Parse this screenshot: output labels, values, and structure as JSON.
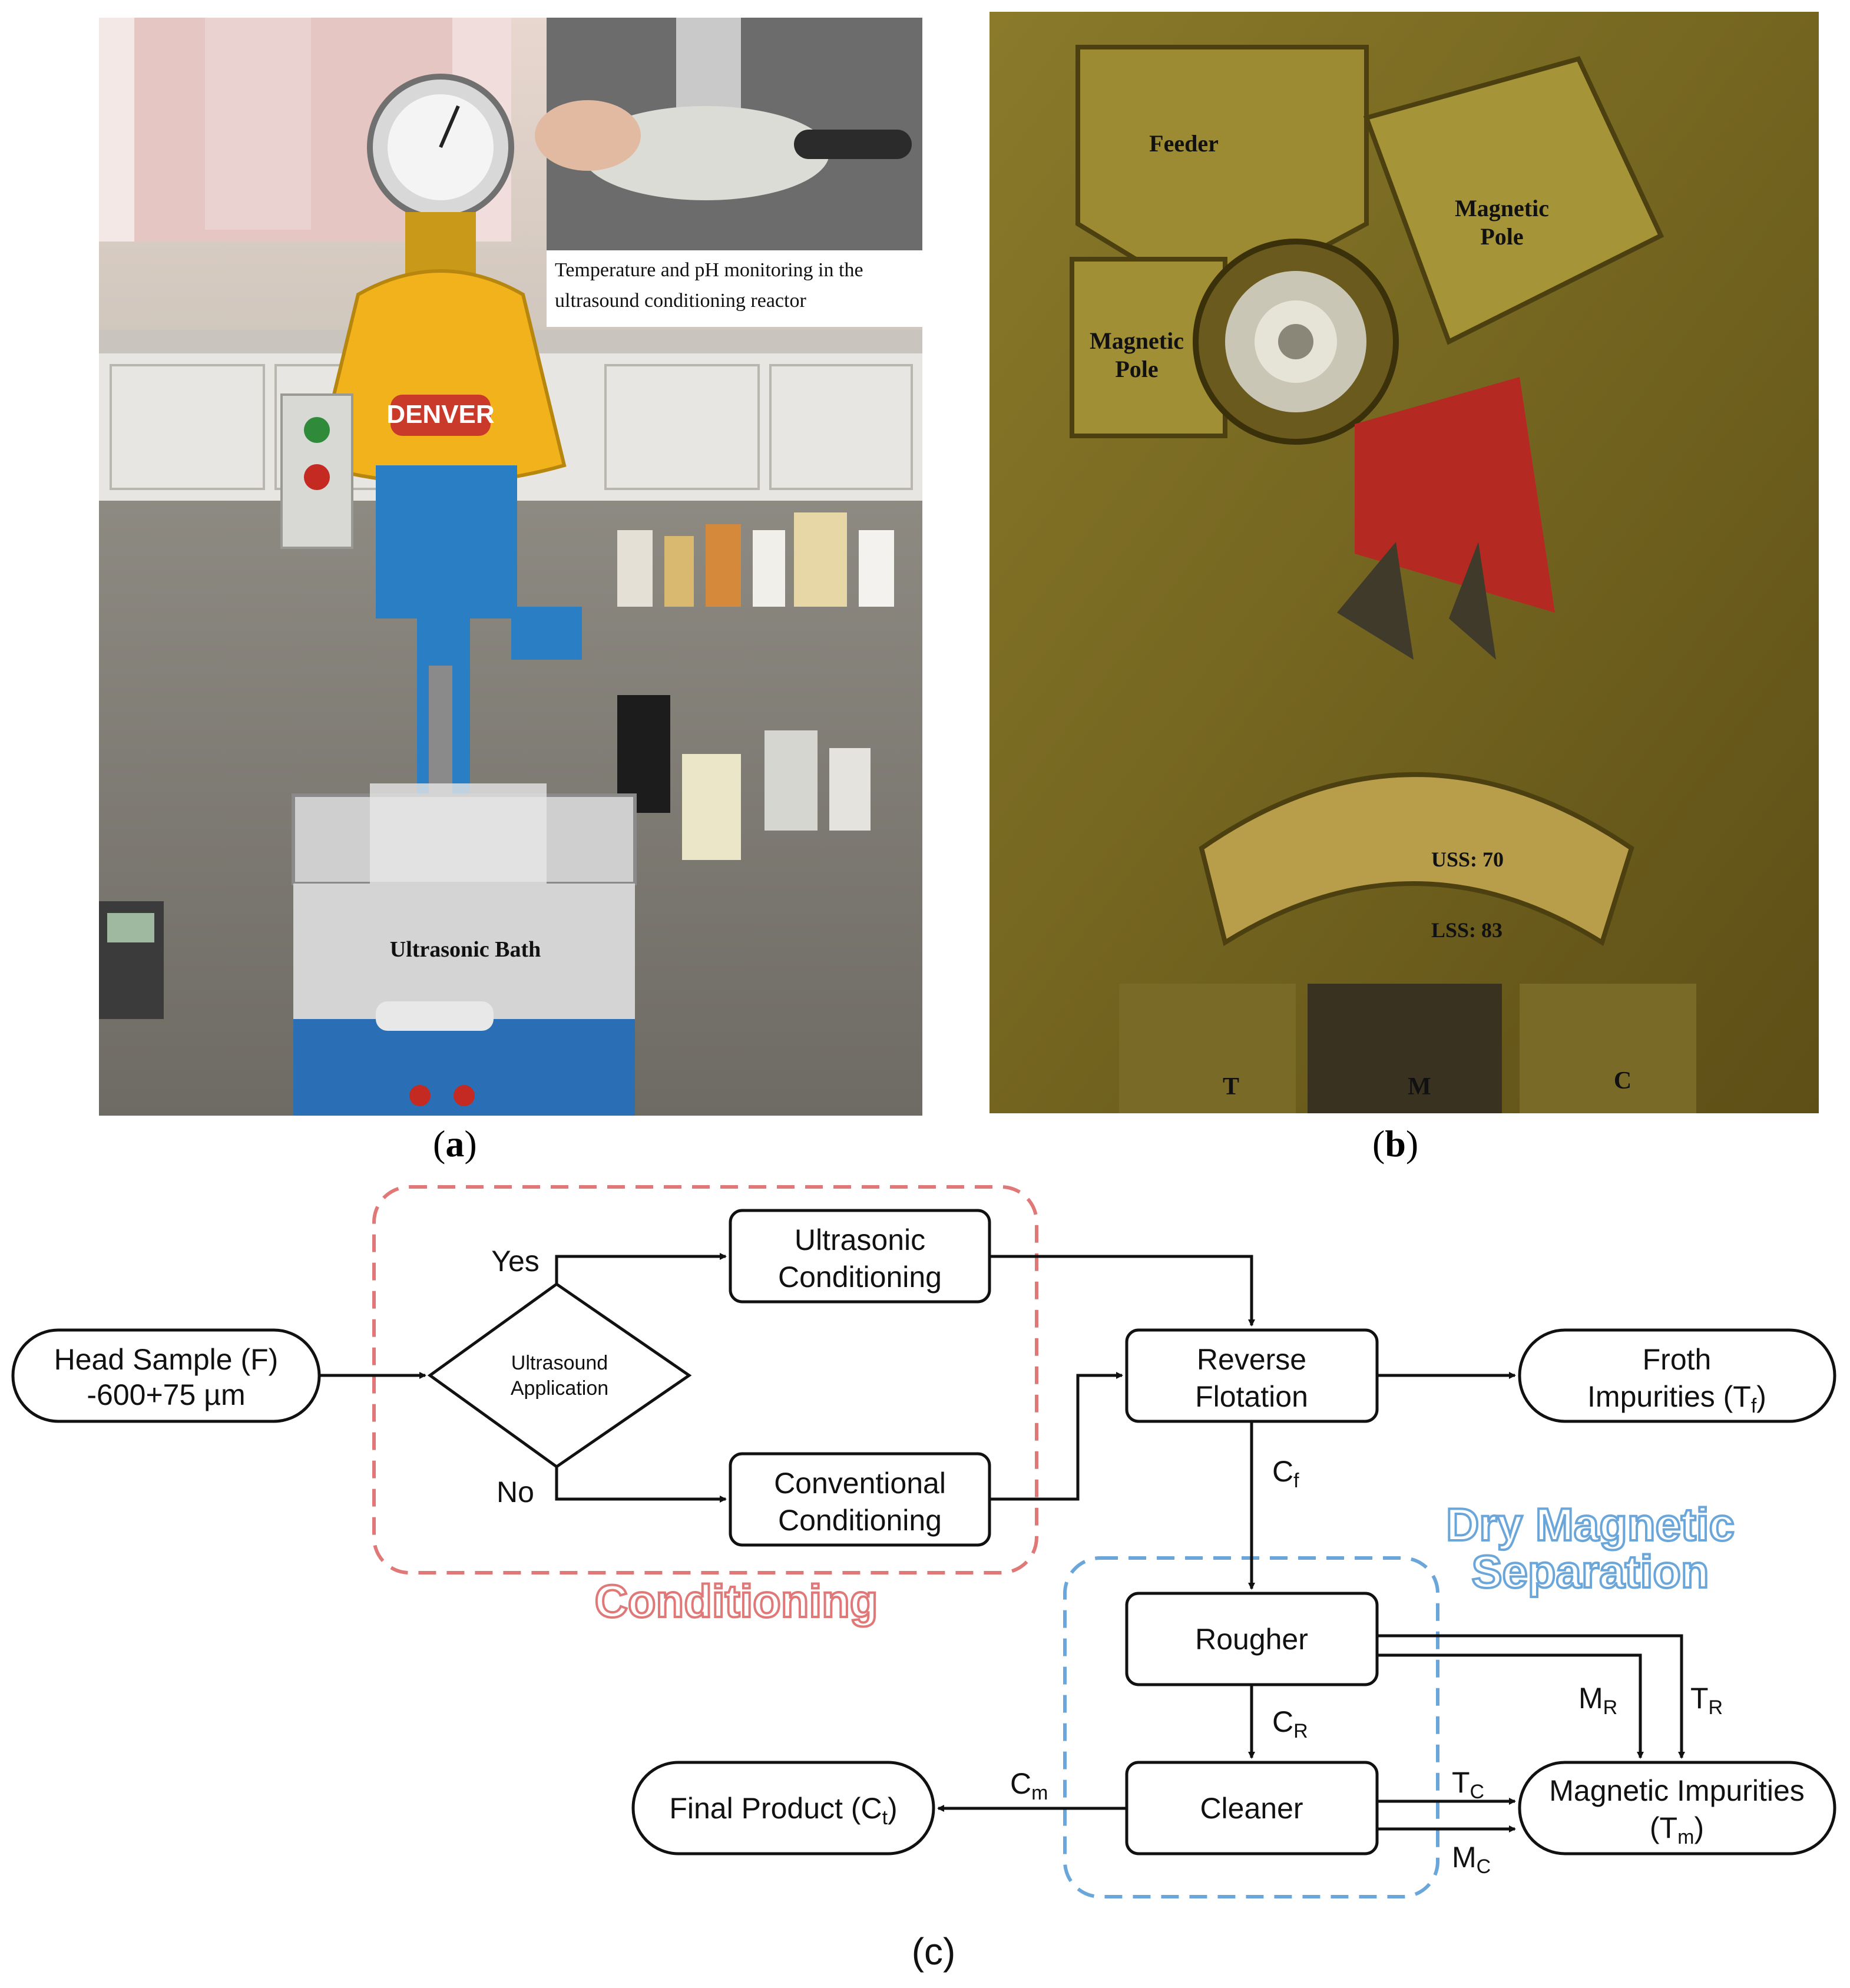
{
  "panel_a": {
    "label_prefix": "(",
    "label_letter": "a",
    "label_suffix": ")",
    "inset_caption": "Temperature and pH monitoring in the ultrasound conditioning reactor",
    "machine_brand": "DENVER",
    "bath_label": "Ultrasonic Bath"
  },
  "panel_b": {
    "label_prefix": "(",
    "label_letter": "b",
    "label_suffix": ")",
    "feeder_label": "Feeder",
    "magnetic_pole_right_1": "Magnetic",
    "magnetic_pole_right_2": "Pole",
    "magnetic_pole_left_1": "Magnetic",
    "magnetic_pole_left_2": "Pole",
    "uss_label": "USS: 70",
    "lss_label": "LSS: 83",
    "t_label": "T",
    "m_label": "M",
    "c_label": "C"
  },
  "panel_c": {
    "label": "(c)",
    "conditioning_group": "Conditioning",
    "dry_magnetic_group_line1": "Dry Magnetic",
    "dry_magnetic_group_line2": "Separation",
    "head_sample_line1": "Head Sample (F)",
    "head_sample_line2": "-600+75 µm",
    "decision_line1": "Ultrasound",
    "decision_line2": "Application",
    "yes_label": "Yes",
    "no_label": "No",
    "ultrasonic_line1": "Ultrasonic",
    "ultrasonic_line2": "Conditioning",
    "conventional_line1": "Conventional",
    "conventional_line2": "Conditioning",
    "reverse_line1": "Reverse",
    "reverse_line2": "Flotation",
    "froth_line1": "Froth",
    "froth_line2": "Impurities (T",
    "froth_sub": "f",
    "froth_close": ")",
    "cf_main": "C",
    "cf_sub": "f",
    "rougher": "Rougher",
    "cleaner": "Cleaner",
    "cr_main": "C",
    "cr_sub": "R",
    "mr_main": "M",
    "mr_sub": "R",
    "tr_main": "T",
    "tr_sub": "R",
    "tc_main": "T",
    "tc_sub": "C",
    "mc_main": "M",
    "mc_sub": "C",
    "cm_main": "C",
    "cm_sub": "m",
    "final_product": "Final Product (C",
    "final_sub": "t",
    "final_close": ")",
    "mag_imp_line1": "Magnetic Impurities",
    "mag_imp_line2": "(T",
    "mag_imp_sub": "m",
    "mag_imp_close": ")"
  },
  "colors": {
    "conditioning_red": "#e07878",
    "dry_magnetic_blue": "#6aa6d9"
  }
}
